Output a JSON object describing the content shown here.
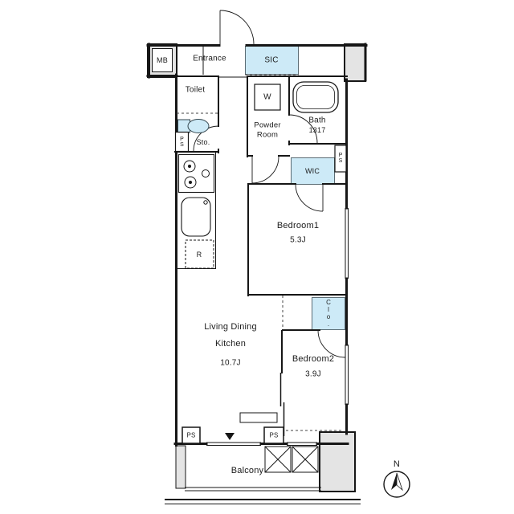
{
  "colors": {
    "wall": "#161616",
    "highlight": "#cdeaf7",
    "gray": "#e4e4e4"
  },
  "rooms": {
    "entrance": "Entrance",
    "sic": "SIC",
    "toilet": "Toilet",
    "storage": "Sto.",
    "powder_line1": "Powder",
    "powder_line2": "Room",
    "bath": "Bath",
    "bath_size": "1317",
    "wic": "WIC",
    "bedroom1": "Bedroom1",
    "bedroom1_size": "5.3J",
    "closet": "Clo.",
    "ldk_line1": "Living Dining",
    "ldk_line2": "Kitchen",
    "ldk_size": "10.7J",
    "bedroom2": "Bedroom2",
    "bedroom2_size": "3.9J",
    "balcony": "Balcony"
  },
  "fixtures": {
    "meter_box": "MB",
    "washer": "W",
    "refrigerator": "R",
    "pipe_space": "PS"
  },
  "compass_north": "N"
}
